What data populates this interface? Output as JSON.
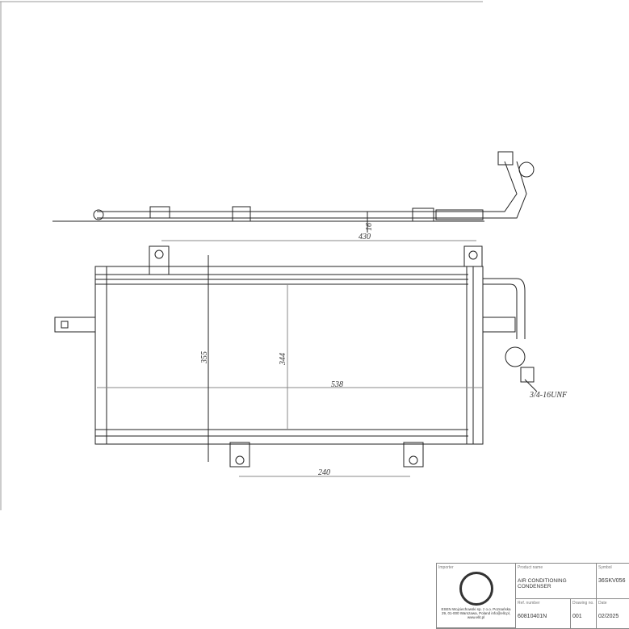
{
  "drawing": {
    "dimensions": {
      "top_span": "430",
      "side_offset": "16",
      "height_outer": "355",
      "height_core": "344",
      "width_core": "538",
      "bottom_span": "240",
      "thread": "3/4-16UNF"
    }
  },
  "title_block": {
    "importer_label": "Importer",
    "importer_text": "ESEN Wojciechowski sp. z o.o. Poznańska 29, 01-000 Warszawa, Poland info@elit.pl, www.elit.pl",
    "product_name_label": "Product name",
    "product_name": "AIR CONDITIONING CONDENSER",
    "symbol_label": "Symbol",
    "symbol": "36SKV056",
    "ref_label": "Ref. number",
    "ref": "60810401N",
    "drawing_label": "Drawing no.",
    "drawing": "001",
    "date_label": "Date",
    "date": "02/2025"
  }
}
